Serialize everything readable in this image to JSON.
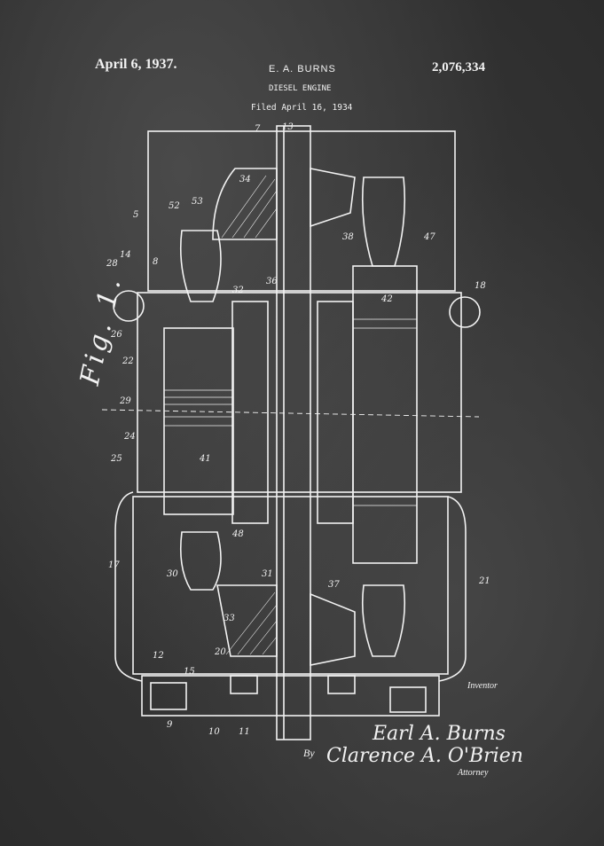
{
  "patent": {
    "date": "April 6, 1937.",
    "inventor_name": "E. A. BURNS",
    "title": "DIESEL ENGINE",
    "number": "2,076,334",
    "filed": "Filed April 16, 1934"
  },
  "figure": {
    "label": "Fig. 1."
  },
  "signature": {
    "inventor_label": "Inventor",
    "inventor_sig": "Earl A. Burns",
    "by": "By",
    "attorney_sig": "Clarence A. O'Brien",
    "attorney_label": "Attorney"
  },
  "reference_numerals": [
    "5",
    "7",
    "8",
    "9",
    "10",
    "11",
    "12",
    "13",
    "14",
    "15",
    "17",
    "18",
    "20",
    "21",
    "22",
    "24",
    "25",
    "26",
    "28",
    "29",
    "30",
    "31",
    "32",
    "33",
    "34",
    "36",
    "37",
    "38",
    "41",
    "42",
    "47",
    "48",
    "52",
    "53"
  ],
  "colors": {
    "background": "#3a3a3a",
    "ink": "#f2f2f2"
  }
}
